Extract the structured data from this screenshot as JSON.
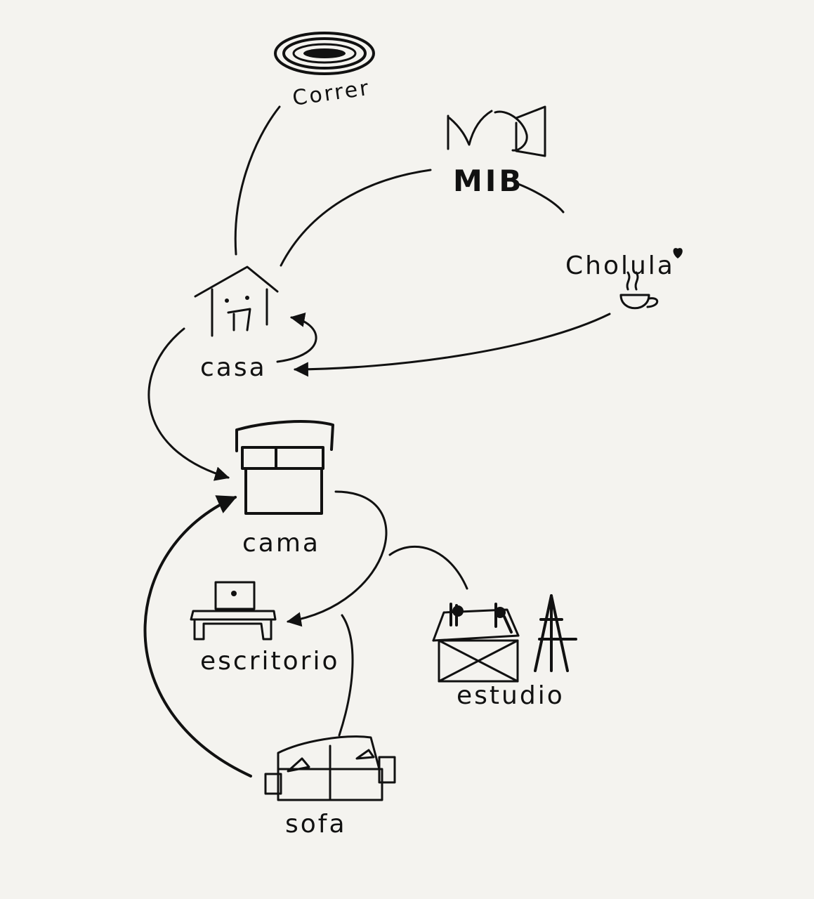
{
  "nodes": {
    "correr": {
      "label": "Correr",
      "icon": "track-icon"
    },
    "mib": {
      "label": "MIB",
      "icon": "mib-logo-icon"
    },
    "cholula": {
      "label": "Cholula",
      "icon": "coffee-cup-icon"
    },
    "casa": {
      "label": "casa",
      "icon": "house-icon"
    },
    "cama": {
      "label": "cama",
      "icon": "bed-icon"
    },
    "escritorio": {
      "label": "escritorio",
      "icon": "laptop-desk-icon"
    },
    "estudio": {
      "label": "estudio",
      "icon": "studio-icon"
    },
    "sofa": {
      "label": "sofa",
      "icon": "sofa-icon"
    }
  },
  "edges": [
    {
      "from": "Correr",
      "to": "casa"
    },
    {
      "from": "MIB",
      "to": "casa"
    },
    {
      "from": "MIB",
      "to": "Cholula"
    },
    {
      "from": "Cholula",
      "to": "casa"
    },
    {
      "from": "casa",
      "to": "casa"
    },
    {
      "from": "casa",
      "to": "cama"
    },
    {
      "from": "cama",
      "to": "escritorio"
    },
    {
      "from": "estudio",
      "to": "cama"
    },
    {
      "from": "sofa",
      "to": "escritorio"
    },
    {
      "from": "sofa",
      "to": "cama"
    }
  ],
  "colors": {
    "paper": "#f4f3ef",
    "ink": "#111111"
  }
}
